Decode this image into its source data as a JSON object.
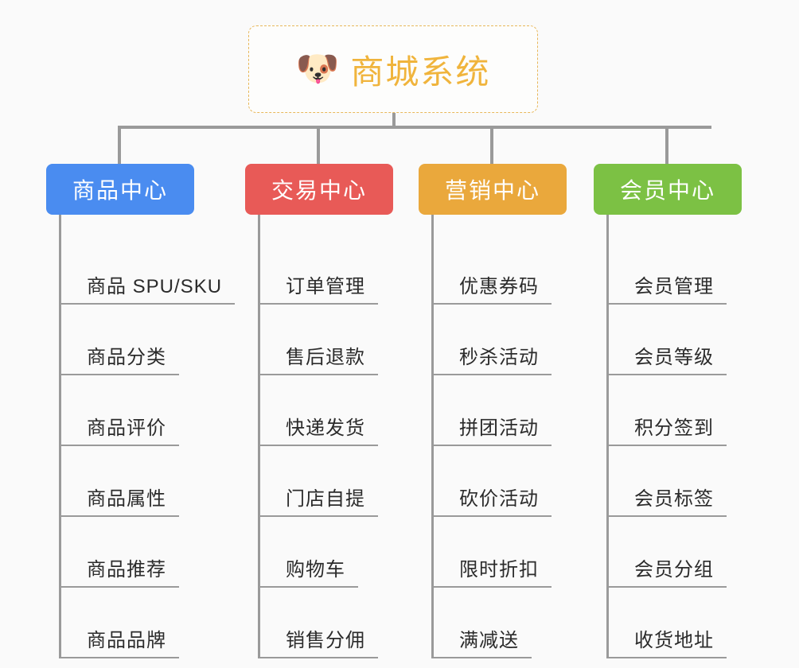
{
  "page": {
    "background_color": "#fafafa",
    "line_color": "#9a9a9a",
    "leaf_text_color": "#2b2b2b"
  },
  "root": {
    "icon": "🐶",
    "icon_name": "shiba-dog-icon",
    "title": "商城系统",
    "title_color": "#f0b43c",
    "border_color": "#e8b75a"
  },
  "branches": [
    {
      "id": "product-center",
      "label": "商品中心",
      "color": "#4a8cf0",
      "items": [
        {
          "label": "商品 SPU/SKU"
        },
        {
          "label": "商品分类"
        },
        {
          "label": "商品评价"
        },
        {
          "label": "商品属性"
        },
        {
          "label": "商品推荐"
        },
        {
          "label": "商品品牌"
        }
      ]
    },
    {
      "id": "trade-center",
      "label": "交易中心",
      "color": "#e85a57",
      "items": [
        {
          "label": "订单管理"
        },
        {
          "label": "售后退款"
        },
        {
          "label": "快递发货"
        },
        {
          "label": "门店自提"
        },
        {
          "label": "购物车"
        },
        {
          "label": "销售分佣"
        }
      ]
    },
    {
      "id": "marketing-center",
      "label": "营销中心",
      "color": "#eaa83c",
      "items": [
        {
          "label": "优惠券码"
        },
        {
          "label": "秒杀活动"
        },
        {
          "label": "拼团活动"
        },
        {
          "label": "砍价活动"
        },
        {
          "label": "限时折扣"
        },
        {
          "label": "满减送"
        }
      ]
    },
    {
      "id": "member-center",
      "label": "会员中心",
      "color": "#7cc councils"
    }
  ]
}
